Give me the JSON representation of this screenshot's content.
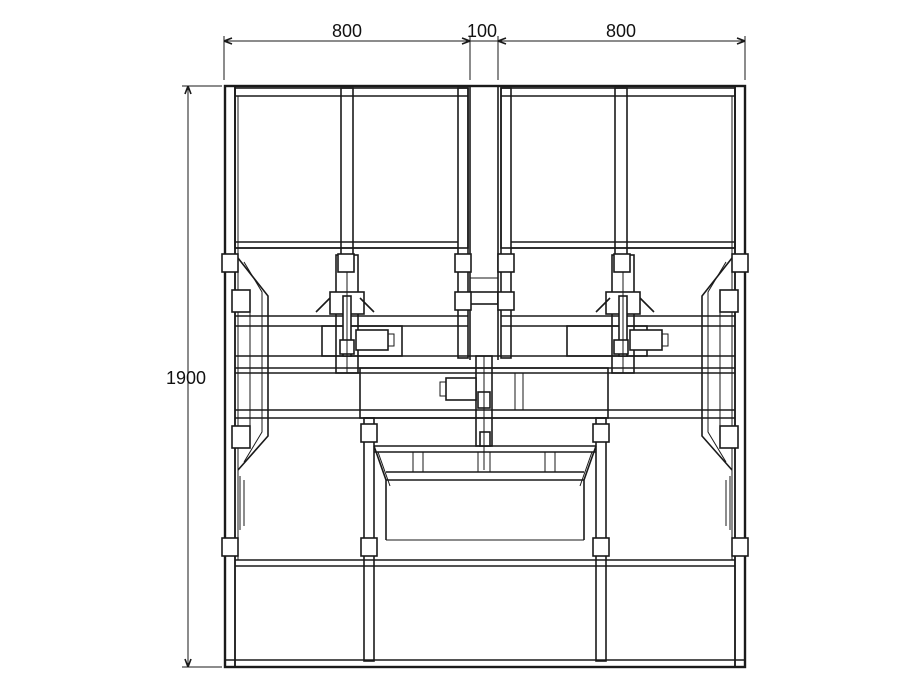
{
  "dimensions": {
    "left_width": "800",
    "center_gap": "100",
    "right_width": "800",
    "height": "1900"
  },
  "colors": {
    "line": "#1a1a1a",
    "background": "#ffffff"
  }
}
